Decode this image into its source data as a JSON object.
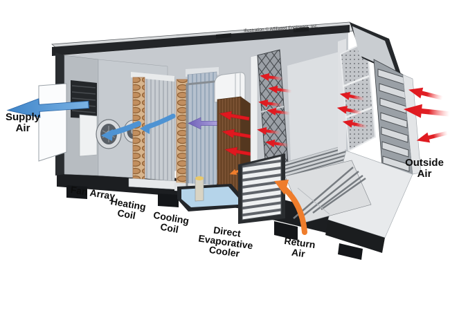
{
  "credit": "Illustration © Affiliated Engineers, Inc.",
  "labels": {
    "supply_air": [
      "Supply",
      "Air"
    ],
    "fan_array": [
      "Fan Array"
    ],
    "heating_coil": [
      "Heating",
      "Coil"
    ],
    "cooling_coil": [
      "Cooling",
      "Coil"
    ],
    "evaporative_cooler": [
      "Direct",
      "Evaporative",
      "Cooler"
    ],
    "return_air": [
      "Return",
      "Air"
    ],
    "outside_air": [
      "Outside",
      "Air"
    ]
  },
  "colors": {
    "supply_arrow_blue": "#4e93d3",
    "cool_air_arrow_purple": "#7a6bbf",
    "hot_air_arrow_red": "#e0181f",
    "return_air_arrow_orange": "#ef7d2c",
    "heating_coil_copper": "#c79469",
    "evaporative_media_brown": "#6b4527",
    "water_basin_blue": "#b5d4ea",
    "unit_body_gray": "#c6cacf",
    "base_black": "#1c1e21"
  },
  "diagram_subject": "air handling unit cutaway"
}
